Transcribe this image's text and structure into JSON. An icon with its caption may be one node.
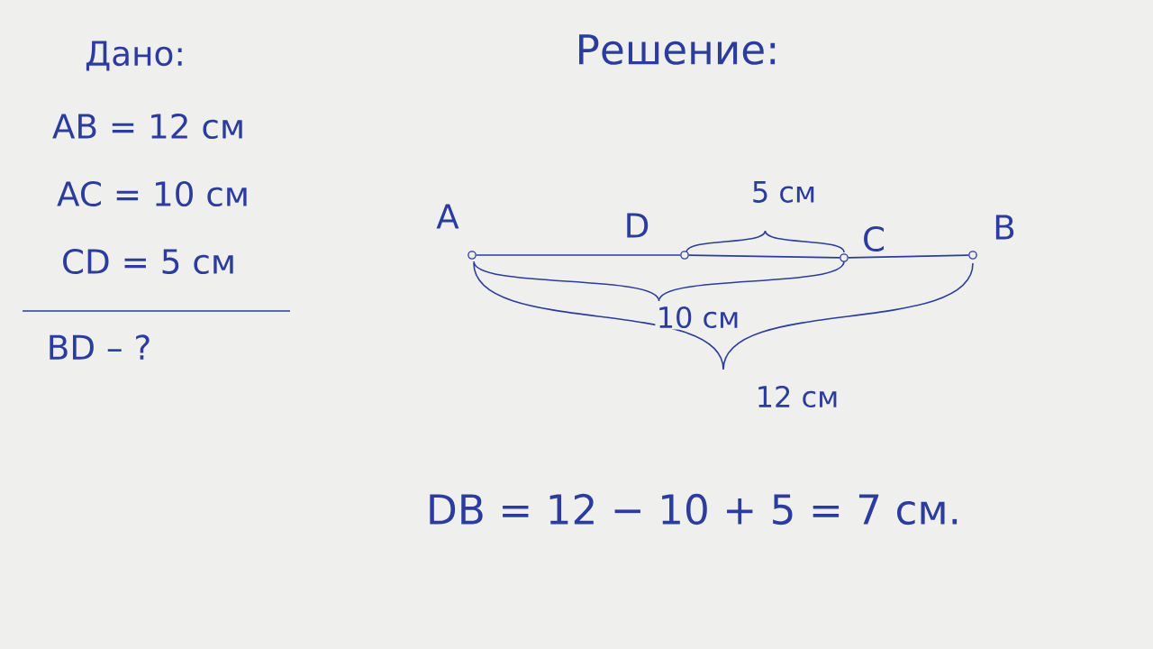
{
  "diagram": {
    "title": "Решение:",
    "nodes": [
      {
        "text": [],
        "shape": "circle",
        "beside": [
          "A"
        ]
      },
      {
        "text": [],
        "shape": "circle",
        "beside": [
          "D"
        ]
      },
      {
        "text": [],
        "shape": "circle",
        "beside": [
          "C"
        ]
      },
      {
        "text": [],
        "shape": "circle",
        "beside": [
          "B"
        ]
      }
    ],
    "edges": [
      {
        "from": 0,
        "to": 1,
        "arrow": "none"
      },
      {
        "from": 1,
        "to": 2,
        "arrow": "none"
      },
      {
        "from": 2,
        "to": 3,
        "arrow": "none"
      }
    ],
    "labels": [
      "Дано:",
      "AB = 12 см",
      "AC = 10 см",
      "CD = 5 см",
      "BD – ?",
      "5 см",
      "10 см",
      "12 см",
      "DB = 12 − 10 + 5 = 7 см."
    ]
  }
}
